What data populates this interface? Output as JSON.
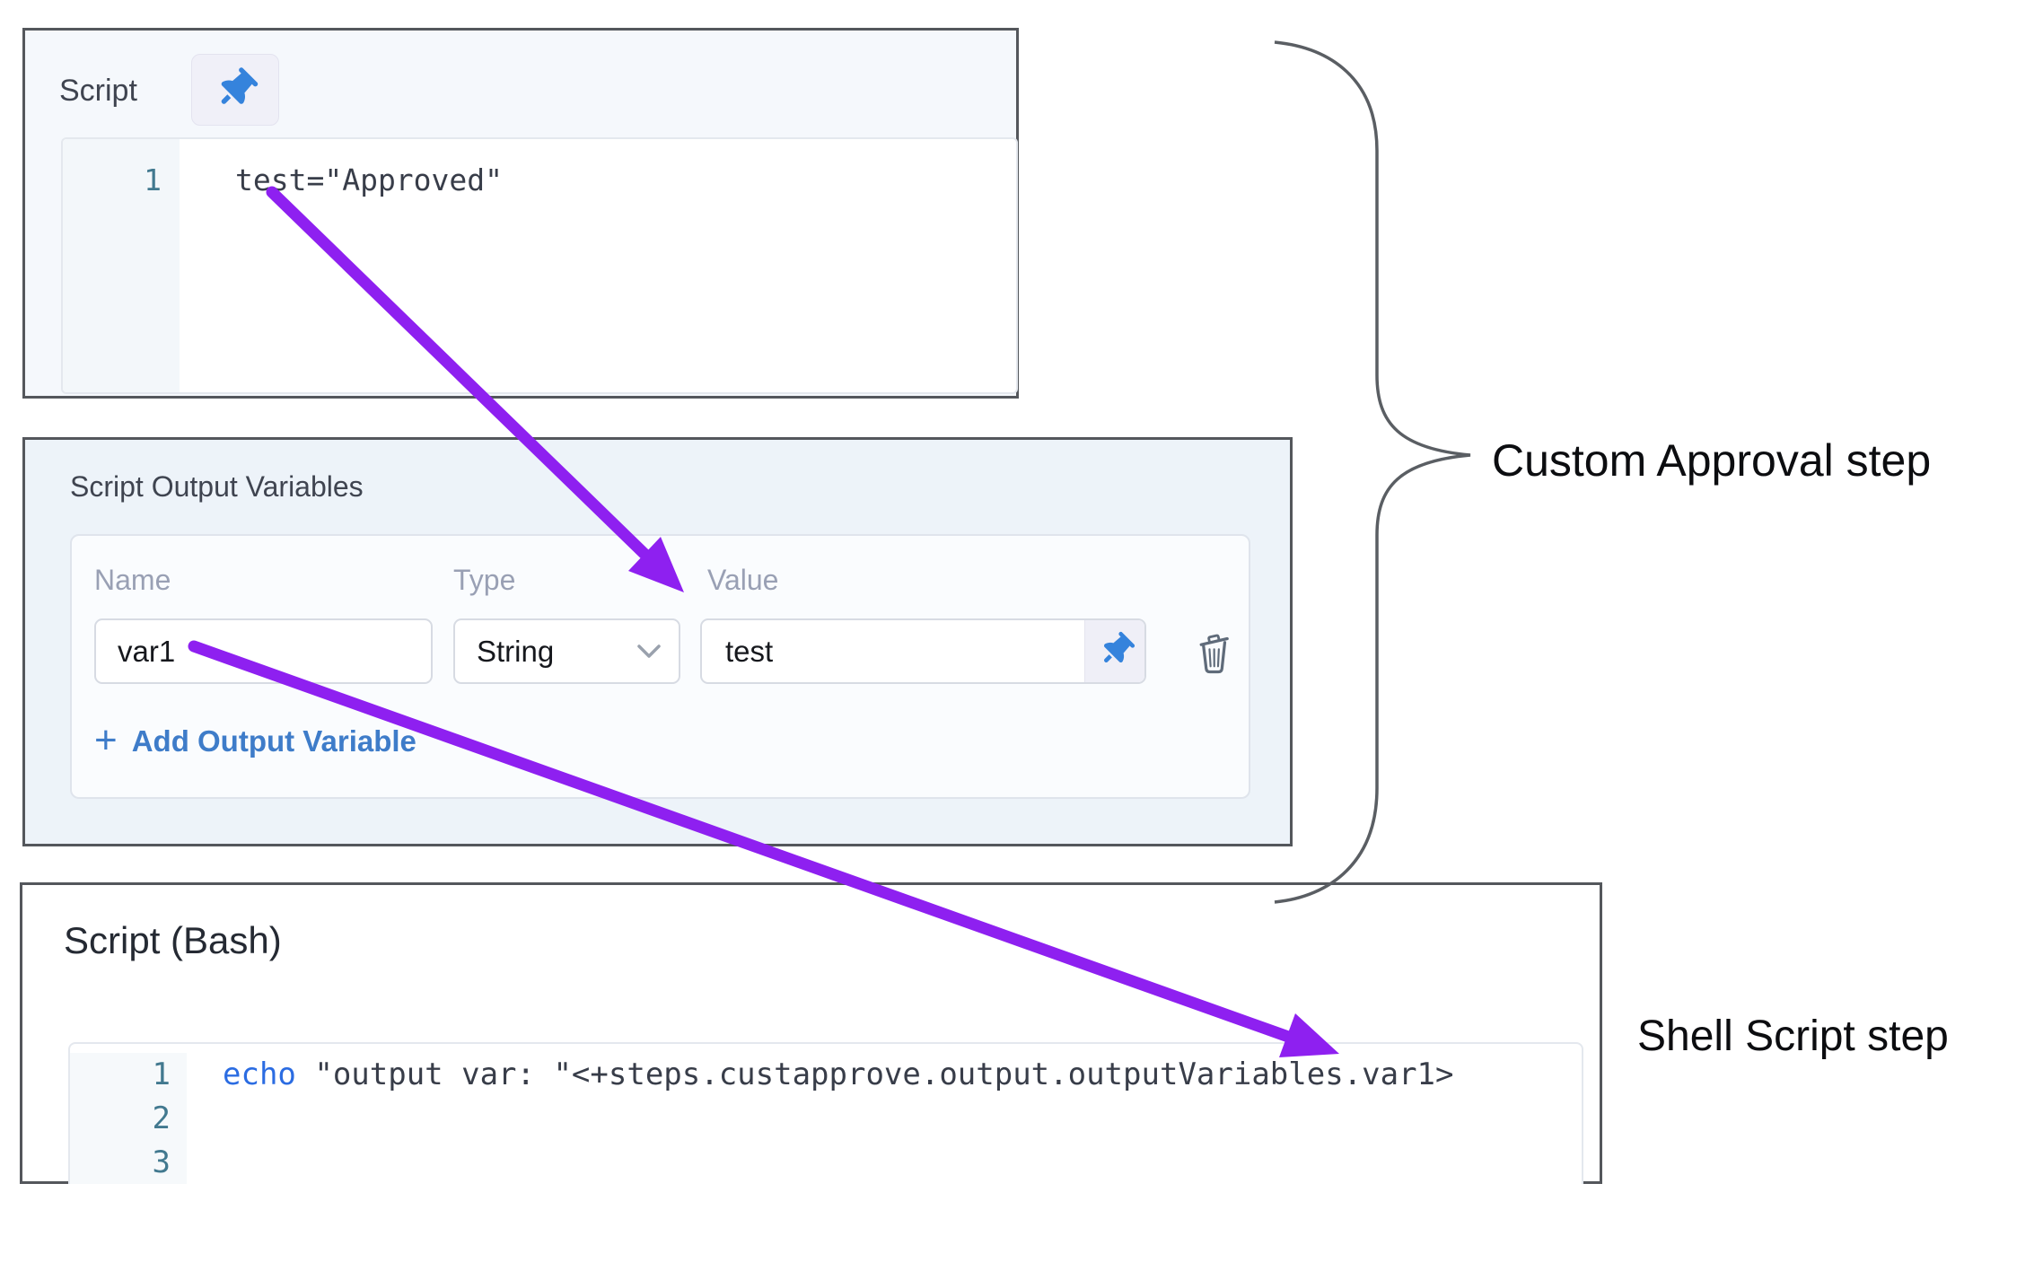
{
  "script_panel": {
    "title": "Script",
    "pin_icon": "pin-icon",
    "code": {
      "line_number": "1",
      "text": "test=\"Approved\""
    }
  },
  "output_panel": {
    "title": "Script Output Variables",
    "name_label": "Name",
    "type_label": "Type",
    "value_label": "Value",
    "row": {
      "name": "var1",
      "type": "String",
      "value": "test"
    },
    "row_icons": [
      "pin-icon",
      "trash-icon",
      "chevron-down-icon"
    ],
    "add_icon": "+",
    "add_label": "Add Output Variable"
  },
  "bash_panel": {
    "title": "Script (Bash)",
    "lines": [
      {
        "num": "1",
        "keyword": "echo",
        "rest": " \"output var: \"<+steps.custapprove.output.outputVariables.var1>"
      },
      {
        "num": "2",
        "keyword": "",
        "rest": ""
      },
      {
        "num": "3",
        "keyword": "",
        "rest": ""
      }
    ]
  },
  "annotations": {
    "approval": "Custom Approval step",
    "shell": "Shell Script step"
  },
  "colors": {
    "arrow_purple": "#8e20f0",
    "link_blue": "#3e7cc9",
    "keyword_blue": "#2b6ce2",
    "pin_blue": "#3583dc",
    "line_number_teal": "#42798f",
    "panel_border": "#54575c",
    "panel_bg_light_blue": "#edf3f9",
    "label_gray": "#99a0b4"
  }
}
